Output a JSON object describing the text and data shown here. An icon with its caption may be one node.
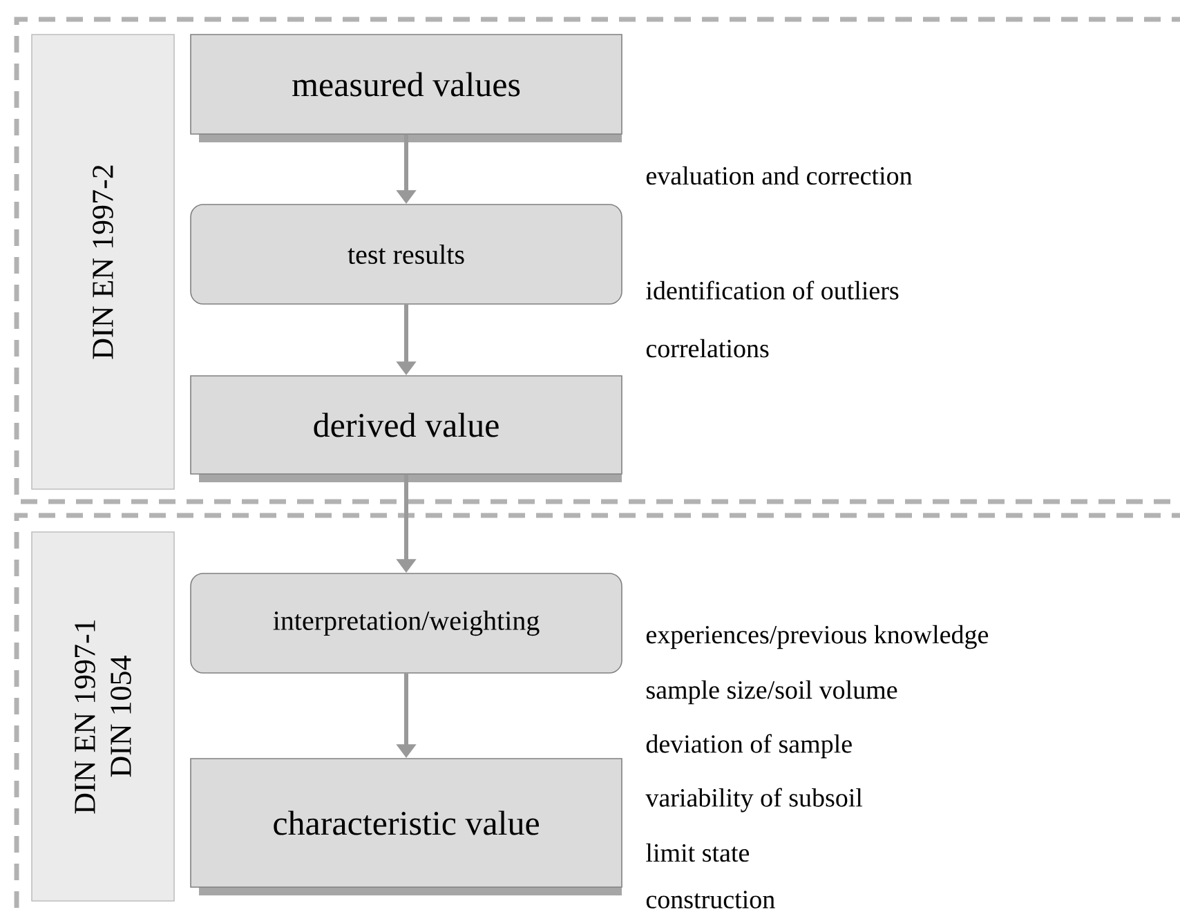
{
  "diagram": {
    "nodes": [
      {
        "text": [
          "DIN EN 1997-2"
        ]
      },
      {
        "text": [
          "measured values"
        ]
      },
      {
        "text": [
          "test results"
        ]
      },
      {
        "text": [
          "derived value"
        ]
      },
      {
        "text": [
          "DIN EN 1997-1",
          "DIN 1054"
        ]
      },
      {
        "text": [
          "interpretation/weighting"
        ]
      },
      {
        "text": [
          "characteristic value"
        ]
      }
    ],
    "edges": [
      {
        "from": 1,
        "to": 2,
        "arrow": "to"
      },
      {
        "from": 2,
        "to": 3,
        "arrow": "to"
      },
      {
        "from": 3,
        "to": 5,
        "arrow": "to"
      },
      {
        "from": 5,
        "to": 6,
        "arrow": "to"
      }
    ],
    "labels": [
      "evaluation and correction",
      "identification of outliers",
      "correlations",
      "experiences/previous knowledge",
      "sample size/soil volume",
      "deviation of sample",
      "variability of subsoil",
      "limit state",
      "construction"
    ]
  }
}
